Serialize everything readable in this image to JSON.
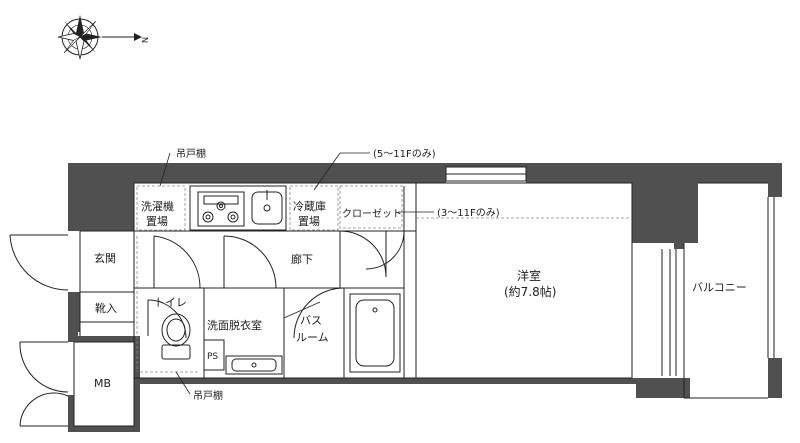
{
  "compass": {
    "north_label": "N"
  },
  "labels": {
    "hanging_shelf_top": "吊戸棚",
    "floor_note_5_11": "(5～11Fのみ)",
    "floor_note_3_11": "(3～11Fのみ)",
    "laundry_line1": "洗濯機",
    "laundry_line2": "置場",
    "fridge_line1": "冷蔵庫",
    "fridge_line2": "置場",
    "closet": "クローゼット",
    "entrance": "玄関",
    "shoe_storage": "靴入",
    "corridor": "廊下",
    "western_room": "洋室",
    "western_room_size": "(約7.8帖)",
    "balcony": "バルコニー",
    "toilet": "トイレ",
    "washroom": "洗面脱衣室",
    "bathroom_line1": "バス",
    "bathroom_line2": "ルーム",
    "pipe_space": "PS",
    "meter_box": "MB",
    "hanging_shelf_bottom": "吊戸棚"
  },
  "colors": {
    "wall": "#505050",
    "line": "#222222",
    "dashed": "#888888"
  }
}
